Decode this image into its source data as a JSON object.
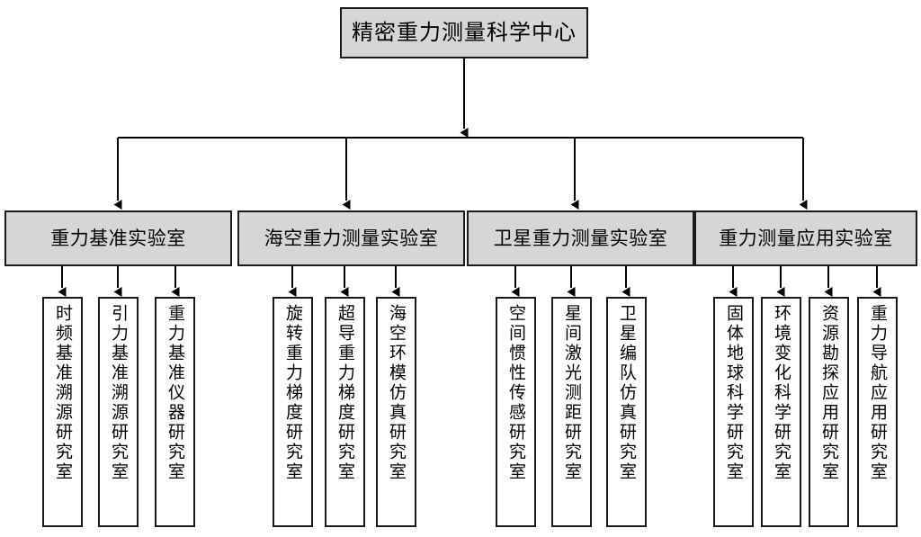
{
  "diagram": {
    "type": "organization-chart",
    "title_box": {
      "label": "精密重力测量科学中心"
    },
    "groups": [
      {
        "label": "重力基准实验室",
        "children": [
          {
            "label": "时频基准溯源研究室"
          },
          {
            "label": "引力基准溯源研究室"
          },
          {
            "label": "重力基准仪器研究室"
          }
        ]
      },
      {
        "label": "海空重力测量实验室",
        "children": [
          {
            "label": "旋转重力梯度研究室"
          },
          {
            "label": "超导重力梯度研究室"
          },
          {
            "label": "海空环模仿真研究室"
          }
        ]
      },
      {
        "label": "卫星重力测量实验室",
        "children": [
          {
            "label": "空间惯性传感研究室"
          },
          {
            "label": "星间激光测距研究室"
          },
          {
            "label": "卫星编队仿真研究室"
          }
        ]
      },
      {
        "label": "重力测量应用实验室",
        "children": [
          {
            "label": "固体地球科学研究室"
          },
          {
            "label": "环境变化科学研究室"
          },
          {
            "label": "资源勘探应用研究室"
          },
          {
            "label": "重力导航应用研究室"
          }
        ]
      }
    ],
    "colors": {
      "box_fill_level1": "#d6d6d6",
      "box_fill_level2": "#d6d6d6",
      "box_fill_level3": "#ffffff",
      "border": "#1a1a1a",
      "connector": "#000000",
      "text": "#000000",
      "background": "#ffffff"
    }
  }
}
